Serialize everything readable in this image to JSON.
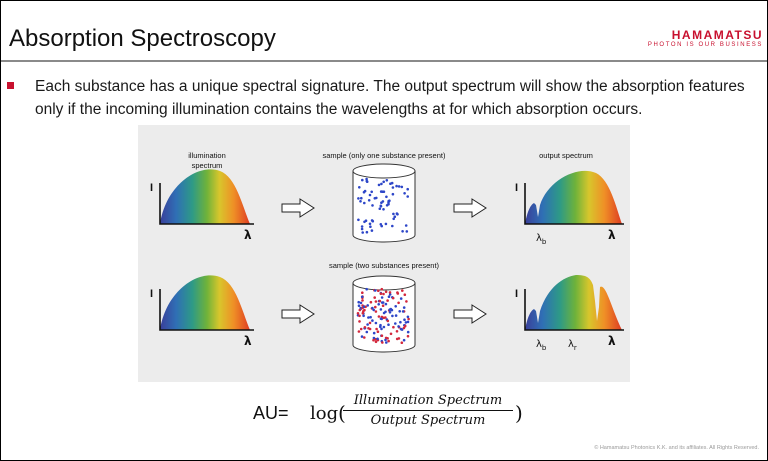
{
  "slide": {
    "title": "Absorption Spectroscopy",
    "brand": {
      "name": "HAMAMATSU",
      "tagline": "PHOTON IS OUR BUSINESS",
      "color": "#c8102e"
    },
    "bullet": "Each substance has a unique spectral signature. The output spectrum will show the absorption features only if the incoming illumination contains the wavelengths at for which absorption occurs.",
    "figure": {
      "row1": {
        "illumination_label_1": "illumination",
        "illumination_label_2": "spectrum",
        "sample_label": "sample (only one substance present)",
        "output_label": "output spectrum",
        "axis_y": "I",
        "axis_x": "λ",
        "marker_b": "λb"
      },
      "row2": {
        "sample_label": "sample (two substances present)",
        "axis_y": "I",
        "axis_x": "λ",
        "marker_b": "λb",
        "marker_r": "λr"
      },
      "dot_colors": {
        "blue": "#2d46c8",
        "red": "#d4283c"
      },
      "arrow_icon": "hollow-right-arrow-icon"
    },
    "formula": {
      "lhs": "AU=",
      "log": "log",
      "open": "(",
      "numerator": "Illumination Spectrum",
      "denominator": "Output Spectrum",
      "close": ")"
    },
    "copyright": "© Hamamatsu Photonics K.K. and its affiliates. All Rights Reserved."
  }
}
